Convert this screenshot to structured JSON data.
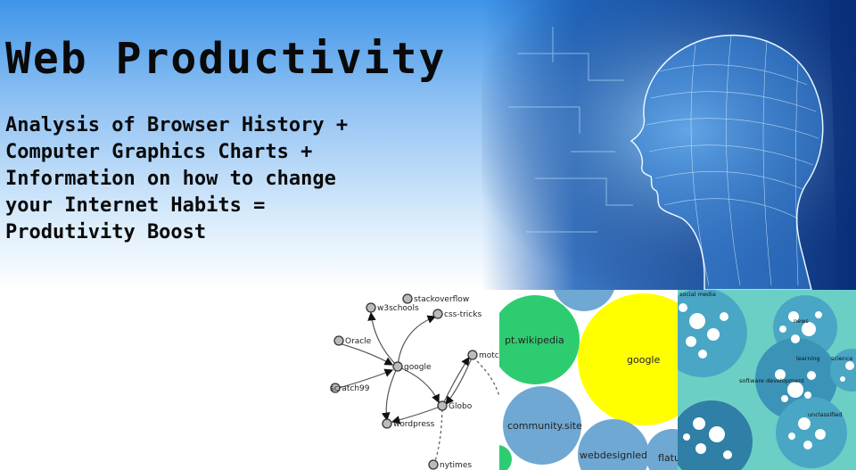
{
  "hero": {
    "title": "Web Productivity",
    "subtitle_lines": [
      "Analysis of Browser History +",
      "Computer Graphics Charts +",
      "Information on how to change",
      "your Internet Habits =",
      "Produtivity Boost"
    ],
    "art_icon": "wireframe-head-icon"
  },
  "graph": {
    "nodes": {
      "stackoverflow": "stackoverflow",
      "w3schools": "w3schools",
      "css_tricks": "css-tricks",
      "oracle": "Oracle",
      "google": "google",
      "moto": "motc",
      "scratch": "scratch99",
      "globo": "Globo",
      "wordpress": "wordpress",
      "nytimes": "nytimes"
    }
  },
  "bubbles": {
    "labels": {
      "wikipedia": "pt.wikipedia",
      "google": "google",
      "community": "community.site",
      "webdesign": "webdesignled",
      "flatu": "flatu"
    },
    "colors": {
      "green": "#2ecc71",
      "yellow": "#ffff00",
      "blue": "#6fa8d2"
    }
  },
  "packing": {
    "labels": {
      "social": "social media",
      "news": "news",
      "learning": "learning",
      "science": "science",
      "software": "software development",
      "unclassified": "unclassified"
    }
  }
}
